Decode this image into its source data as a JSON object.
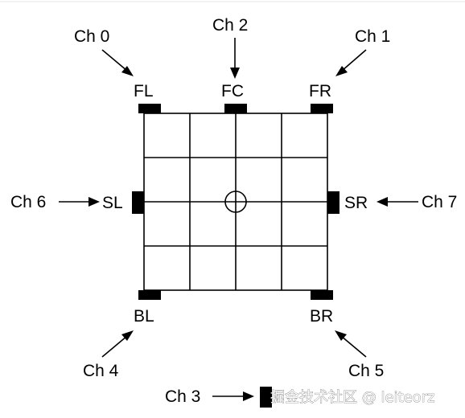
{
  "speakers": {
    "fl": "FL",
    "fc": "FC",
    "fr": "FR",
    "sl": "SL",
    "sr": "SR",
    "bl": "BL",
    "br": "BR"
  },
  "channels": {
    "ch0": "Ch 0",
    "ch1": "Ch 1",
    "ch2": "Ch 2",
    "ch3": "Ch 3",
    "ch4": "Ch 4",
    "ch5": "Ch 5",
    "ch6": "Ch 6",
    "ch7": "Ch 7"
  },
  "watermark": "掘金技术社区 @ leiteorz",
  "colors": {
    "ink": "#000000",
    "background": "#ffffff"
  }
}
